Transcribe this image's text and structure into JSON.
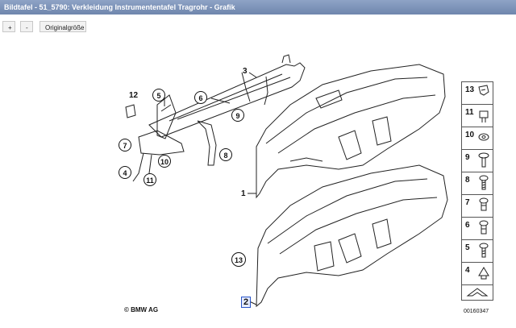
{
  "window": {
    "title": "Bildtafel - 51_5790: Verkleidung Instrumententafel Tragrohr - Grafik"
  },
  "toolbar": {
    "zoom_in_label": "+",
    "zoom_out_label": "-",
    "original_size_label": "Originalgröße"
  },
  "diagram": {
    "callouts": {
      "c1": "1",
      "c2": "2",
      "c3": "3",
      "c4": "4",
      "c5": "5",
      "c6": "6",
      "c7": "7",
      "c8": "8",
      "c9": "9",
      "c10": "10",
      "c11": "11",
      "c12": "12",
      "c13": "13"
    },
    "copyright": "© BMW AG",
    "reference_number": "00160347"
  },
  "parts_panel": {
    "items": [
      {
        "number": "13",
        "icon": "clip-icon"
      },
      {
        "number": "11",
        "icon": "clip-icon"
      },
      {
        "number": "10",
        "icon": "nut-icon"
      },
      {
        "number": "9",
        "icon": "screw-icon"
      },
      {
        "number": "8",
        "icon": "screw-icon"
      },
      {
        "number": "7",
        "icon": "screw-icon"
      },
      {
        "number": "6",
        "icon": "screw-icon"
      },
      {
        "number": "5",
        "icon": "screw-icon"
      },
      {
        "number": "4",
        "icon": "clip-icon"
      }
    ]
  }
}
